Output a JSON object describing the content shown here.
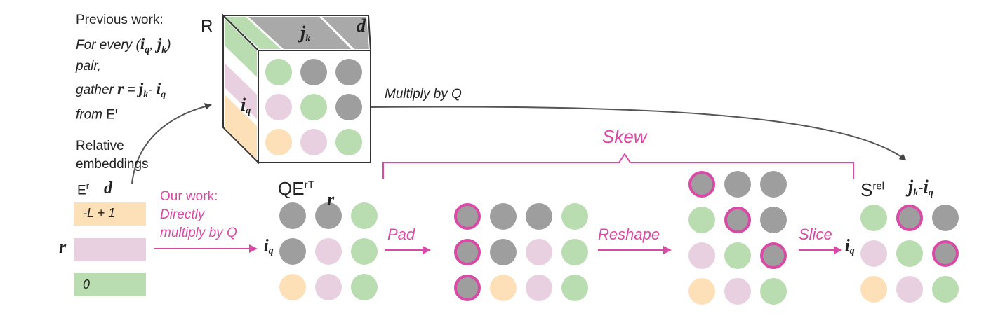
{
  "colors": {
    "gray": "#9e9e9e",
    "green": "#b9dcb0",
    "pink": "#e8d0e0",
    "orange": "#fde0b8",
    "magenta": "#d94aa6",
    "cube_top_gray": "#a9a9a9",
    "stroke": "#333333"
  },
  "left_text": {
    "previous_work": "Previous work:",
    "for_every": "For every (",
    "pair": "pair,",
    "gather": "gather",
    "from": "from",
    "relative": "Relative",
    "embeddings": "embeddings"
  },
  "symbols": {
    "R": "R",
    "d": "d",
    "r": "r",
    "i": "i",
    "j": "j",
    "q": "q",
    "k": "k",
    "E": "E",
    "sup_r": "r",
    "sup_rT": "rT",
    "QE": "QE",
    "S": "S",
    "rel": "rel",
    "eq": "=",
    "minus": "-",
    "comma": ",",
    "close_paren": ")"
  },
  "embeddings": {
    "row_top": "-L + 1",
    "row_bottom": "0"
  },
  "labels": {
    "our_work_1": "Our work:",
    "our_work_2": "Directly",
    "our_work_3": "multiply by Q",
    "multiply_by_q": "Multiply by Q",
    "skew": "Skew",
    "pad": "Pad",
    "reshape": "Reshape",
    "slice": "Slice"
  },
  "grids": {
    "qer": [
      [
        "gray",
        "gray",
        "green"
      ],
      [
        "gray",
        "pink",
        "green"
      ],
      [
        "orange",
        "pink",
        "green"
      ]
    ],
    "pad": [
      [
        "gray*",
        "gray",
        "gray",
        "green"
      ],
      [
        "gray*",
        "gray",
        "pink",
        "green"
      ],
      [
        "gray*",
        "orange",
        "pink",
        "green"
      ]
    ],
    "reshape": [
      [
        "gray*",
        "gray",
        "gray"
      ],
      [
        "green",
        "gray*",
        "gray"
      ],
      [
        "pink",
        "green",
        "gray*"
      ],
      [
        "orange",
        "pink",
        "green"
      ]
    ],
    "srel": [
      [
        "green",
        "gray*",
        "gray"
      ],
      [
        "pink",
        "green",
        "gray*"
      ],
      [
        "orange",
        "pink",
        "green"
      ]
    ],
    "cube_front": [
      [
        "green",
        "gray",
        "gray"
      ],
      [
        "pink",
        "green",
        "gray"
      ],
      [
        "orange",
        "pink",
        "green"
      ]
    ]
  }
}
